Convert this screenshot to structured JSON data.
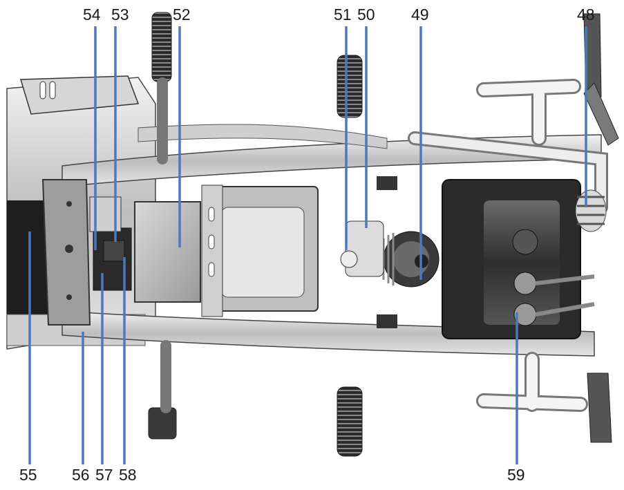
{
  "diagram": {
    "leader_color": "#4a7ab8",
    "callouts": {
      "top": [
        "54",
        "53",
        "52",
        "51",
        "50",
        "49",
        "48"
      ],
      "bottom": [
        "55",
        "56",
        "57",
        "58",
        "59"
      ]
    }
  }
}
